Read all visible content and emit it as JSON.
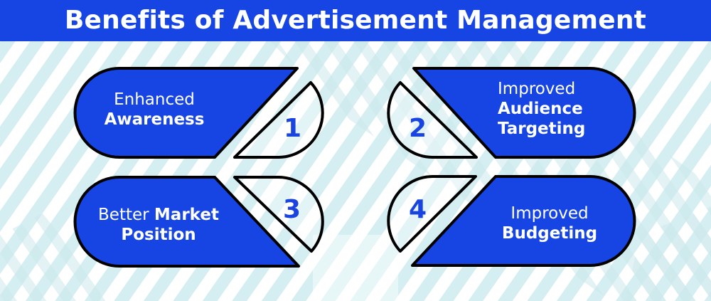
{
  "header": {
    "title": "Benefits of Advertisement Management"
  },
  "colors": {
    "banner": "#1745e4",
    "pill_fill": "#1745e4",
    "outline": "#000000",
    "number": "#1a44e0",
    "pattern_stripe": "#d4eef1",
    "background": "#ffffff"
  },
  "benefits": [
    {
      "number": "1",
      "line1": "Enhanced",
      "line2": "Awareness"
    },
    {
      "number": "2",
      "line1": "Improved",
      "line2": "Audience",
      "line3": "Targeting"
    },
    {
      "number": "3",
      "line1_light": "Better",
      "line1_bold": "Market",
      "line2": "Position"
    },
    {
      "number": "4",
      "line1": "Improved",
      "line2": "Budgeting"
    }
  ]
}
